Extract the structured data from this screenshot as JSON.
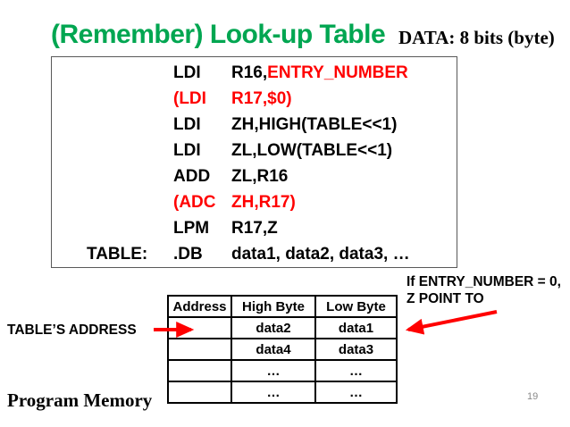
{
  "slide": {
    "title": "(Remember) Look-up Table",
    "subtitle": "DATA: 8 bits (byte)",
    "page_number": "19",
    "colors": {
      "title_green": "#00A651",
      "accent_red": "#FF0000",
      "text_black": "#000000",
      "page_number_gray": "#8A8A8A"
    }
  },
  "code": {
    "lines": [
      {
        "label": "",
        "opcode": "LDI",
        "operand": "R16,",
        "operand_red": "ENTRY_NUMBER"
      },
      {
        "label": "",
        "opcode": "(LDI",
        "operand": "R17,$0)"
      },
      {
        "label": "",
        "opcode": "LDI",
        "operand": "ZH,HIGH(TABLE<<1)"
      },
      {
        "label": "",
        "opcode": "LDI",
        "operand": "ZL,LOW(TABLE<<1)"
      },
      {
        "label": "",
        "opcode": "ADD",
        "operand": "ZL,R16"
      },
      {
        "label": "",
        "opcode": "(ADC",
        "operand": "ZH,R17)"
      },
      {
        "label": "",
        "opcode": "LPM",
        "operand": "R17,Z"
      },
      {
        "label": "TABLE:",
        "opcode": ".DB",
        "operand": "data1, data2, data3, …"
      }
    ]
  },
  "memory_table": {
    "headers": [
      "Address",
      "High Byte",
      "Low Byte"
    ],
    "rows": [
      {
        "address": "",
        "high": "data2",
        "low": "data1"
      },
      {
        "address": "",
        "high": "data4",
        "low": "data3"
      },
      {
        "address": "",
        "high": "…",
        "low": "…"
      },
      {
        "address": "",
        "high": "…",
        "low": "…"
      }
    ]
  },
  "annotations": {
    "table_address_label": "TABLE’S ADDRESS",
    "entry_note_line1": "If ENTRY_NUMBER = 0,",
    "entry_note_line2": "Z POINT TO",
    "program_memory_label": "Program Memory"
  }
}
